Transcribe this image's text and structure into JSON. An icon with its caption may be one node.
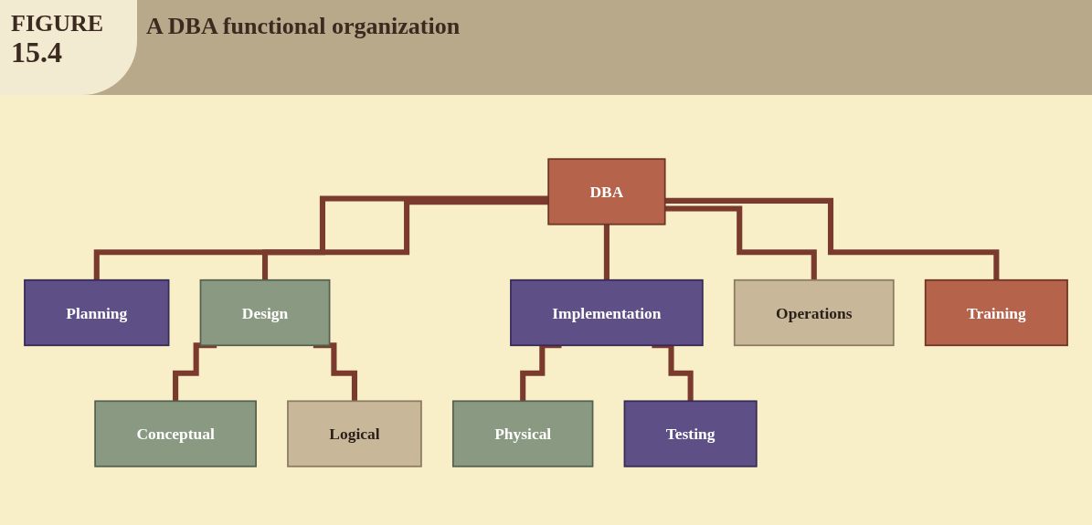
{
  "diagram": {
    "title": "A DBA functional organization",
    "nodes": [
      {
        "text": [
          "DBA"
        ]
      },
      {
        "text": [
          "Planning"
        ]
      },
      {
        "text": [
          "Design"
        ]
      },
      {
        "text": [
          "Implementation"
        ]
      },
      {
        "text": [
          "Operations"
        ]
      },
      {
        "text": [
          "Training"
        ]
      },
      {
        "text": [
          "Conceptual"
        ]
      },
      {
        "text": [
          "Logical"
        ]
      },
      {
        "text": [
          "Physical"
        ]
      },
      {
        "text": [
          "Testing"
        ]
      }
    ],
    "edges": [
      {
        "from": 0,
        "to": 1,
        "arrow": "none"
      },
      {
        "from": 0,
        "to": 2,
        "arrow": "none"
      },
      {
        "from": 0,
        "to": 3,
        "arrow": "none"
      },
      {
        "from": 0,
        "to": 4,
        "arrow": "none"
      },
      {
        "from": 0,
        "to": 5,
        "arrow": "none"
      },
      {
        "from": 2,
        "to": 6,
        "arrow": "none"
      },
      {
        "from": 2,
        "to": 7,
        "arrow": "none"
      },
      {
        "from": 3,
        "to": 8,
        "arrow": "none"
      },
      {
        "from": 3,
        "to": 9,
        "arrow": "none"
      }
    ],
    "labels": [
      "FIGURE",
      "15.4"
    ]
  }
}
